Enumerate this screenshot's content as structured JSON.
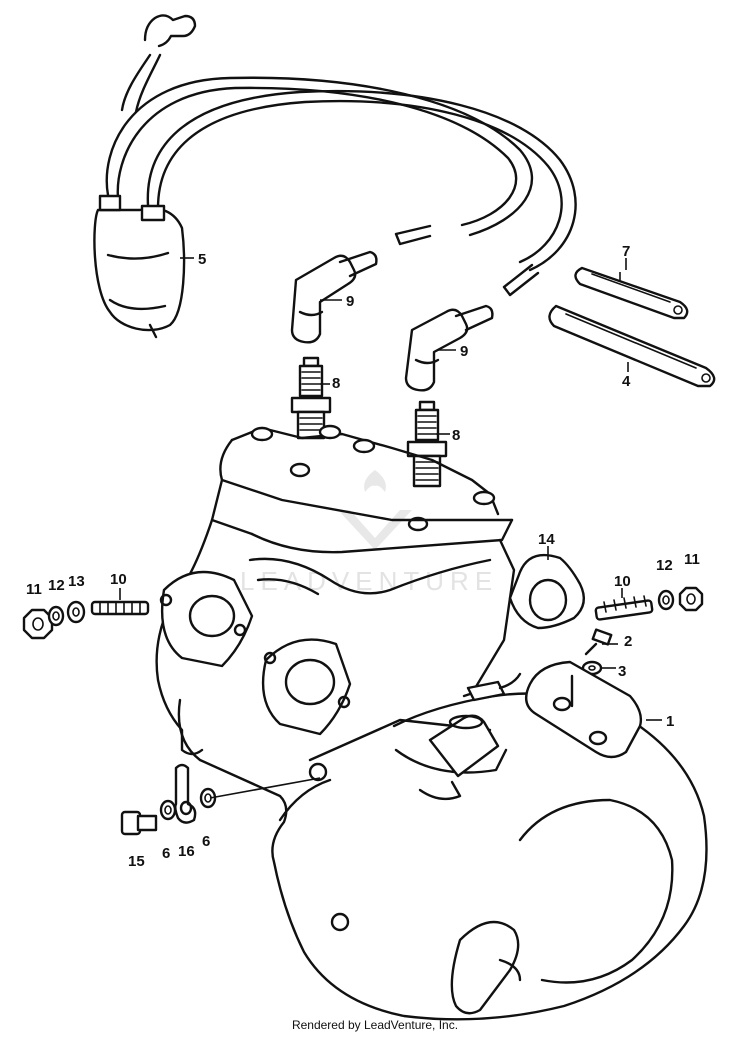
{
  "watermark": "LEADVENTURE",
  "footer": "Rendered by LeadVenture, Inc.",
  "callouts": {
    "c1": "1",
    "c2": "2",
    "c3": "3",
    "c4": "4",
    "c5": "5",
    "c6a": "6",
    "c6b": "6",
    "c7": "7",
    "c8a": "8",
    "c8b": "8",
    "c9a": "9",
    "c9b": "9",
    "c10a": "10",
    "c10b": "10",
    "c11a": "11",
    "c11b": "11",
    "c12a": "12",
    "c12b": "12",
    "c13": "13",
    "c14": "14",
    "c15": "15",
    "c16": "16"
  }
}
